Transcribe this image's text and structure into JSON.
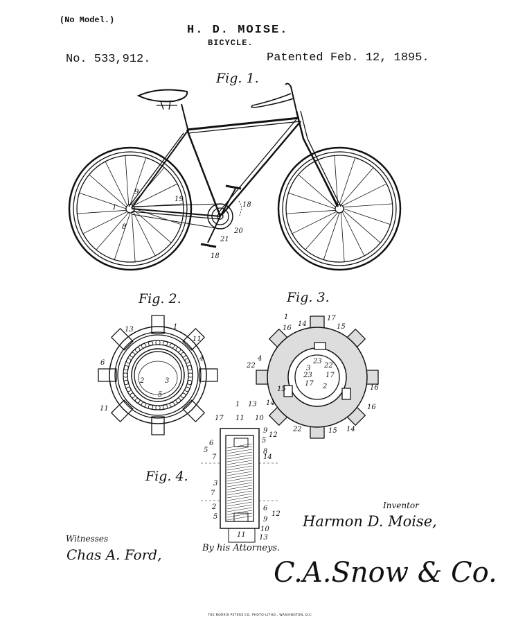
{
  "header": {
    "no_model": "(No Model.)",
    "inventor_name": "H. D. MOISE.",
    "title": "BICYCLE.",
    "patent_no": "No. 533,912.",
    "patent_date": "Patented Feb. 12, 1895."
  },
  "figures": {
    "fig1": "Fig. 1.",
    "fig2": "Fig. 2.",
    "fig3": "Fig. 3.",
    "fig4": "Fig. 4."
  },
  "fig1_labels": [
    "9",
    "1",
    "8",
    "19",
    "18",
    "20",
    "21",
    "18"
  ],
  "fig2_labels": [
    "13",
    "1",
    "11",
    "6",
    "4",
    "2",
    "3",
    "5",
    "11"
  ],
  "fig3_labels": [
    "1",
    "16",
    "14",
    "17",
    "15",
    "4",
    "22",
    "23",
    "22",
    "3",
    "23",
    "17",
    "17",
    "15",
    "2",
    "16",
    "14",
    "16",
    "22",
    "15",
    "14"
  ],
  "fig4_labels": [
    "1",
    "13",
    "17",
    "11",
    "10",
    "9",
    "12",
    "5",
    "6",
    "5",
    "7",
    "8",
    "14",
    "3",
    "7",
    "2",
    "5",
    "6",
    "12",
    "9",
    "10",
    "11",
    "13"
  ],
  "signatures": {
    "inventor_label": "Inventor",
    "inventor_sig": "Harmon D. Moise,",
    "witnesses_label": "Witnesses",
    "witness_1": "Chas A. Ford,",
    "by_his": "By his Attorneys.",
    "attorneys_sig": "C.A.Snow & Co."
  },
  "footer": {
    "printer": "THE NORRIS PETERS CO. PHOTO-LITHO., WASHINGTON, D.C."
  }
}
